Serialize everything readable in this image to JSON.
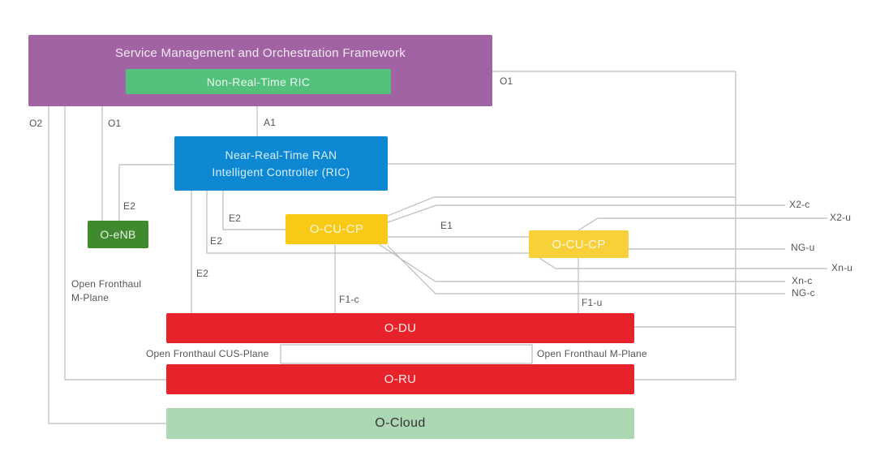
{
  "diagram": {
    "smo_title": "Service Management and Orchestration Framework",
    "boxes": {
      "non_rt_ric": "Non-Real-Time RIC",
      "near_rt_ric_line1": "Near-Real-Time RAN",
      "near_rt_ric_line2": "Intelligent Controller (RIC)",
      "o_enb": "O-eNB",
      "o_cu_cp_left": "O-CU-CP",
      "o_cu_cp_right": "O-CU-CP",
      "o_du": "O-DU",
      "o_ru": "O-RU",
      "o_cloud": "O-Cloud"
    },
    "interfaces": {
      "o2": "O2",
      "o1_left": "O1",
      "a1": "A1",
      "o1_right": "O1",
      "e2_enb": "E2",
      "e2_cu_left": "E2",
      "e2_cu_right": "E2",
      "e2_du": "E2",
      "e1": "E1",
      "f1_c": "F1-c",
      "f1_u": "F1-u",
      "x2_c": "X2-c",
      "x2_u": "X2-u",
      "ng_u": "NG-u",
      "xn_u": "Xn-u",
      "xn_c": "Xn-c",
      "ng_c": "NG-c",
      "of_mplane_left": "Open Fronthaul M-Plane",
      "of_mplane_left_line1": "Open Fronthaul",
      "of_mplane_left_line2": "M-Plane",
      "of_cus_plane": "Open Fronthaul CUS-Plane",
      "of_mplane_right": "Open Fronthaul M-Plane"
    },
    "colors": {
      "smo": "#a263a4",
      "non_rt_ric": "#53c07c",
      "near_rt_ric": "#0e88d3",
      "o_enb": "#3f8a2e",
      "o_cu_cp_left": "#f8ca16",
      "o_cu_cp_right": "#f7d03a",
      "o_du_o_ru": "#e8222b",
      "o_cloud": "#abd8b2",
      "connector_line": "#bcbcbc",
      "label_text": "#54565a"
    }
  }
}
